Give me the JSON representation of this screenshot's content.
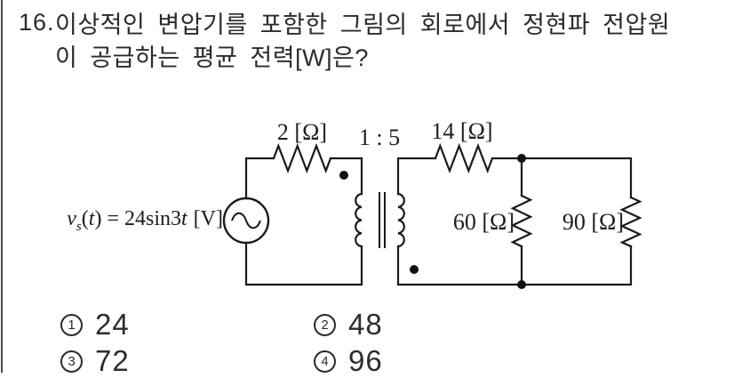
{
  "question": {
    "number": "16.",
    "line1": "이상적인 변압기를 포함한 그림의 회로에서 정현파 전압원",
    "line2": "이 공급하는 평균 전력[W]은?"
  },
  "circuit": {
    "source_label": {
      "var": "v",
      "sub": "s",
      "arg_open": "(",
      "arg_var": "t",
      "arg_close": ")",
      "equals": "=",
      "expr": "24sin3",
      "expr_var": "t",
      "unit": "[V]"
    },
    "labels": {
      "r_primary": "2 [Ω]",
      "turns_ratio": "1 : 5",
      "r_series": "14 [Ω]",
      "r_shunt": "60 [Ω]",
      "r_load": "90 [Ω]"
    },
    "icons": {
      "source": "sine-wave-icon",
      "polarity": "polarity-dot"
    }
  },
  "options": [
    {
      "num": "1",
      "label": "24"
    },
    {
      "num": "2",
      "label": "48"
    },
    {
      "num": "3",
      "label": "72"
    },
    {
      "num": "4",
      "label": "96"
    }
  ],
  "colors": {
    "ink": "#1a1a1a",
    "background": "#ffffff",
    "column_rule": "#4a4a4a"
  }
}
